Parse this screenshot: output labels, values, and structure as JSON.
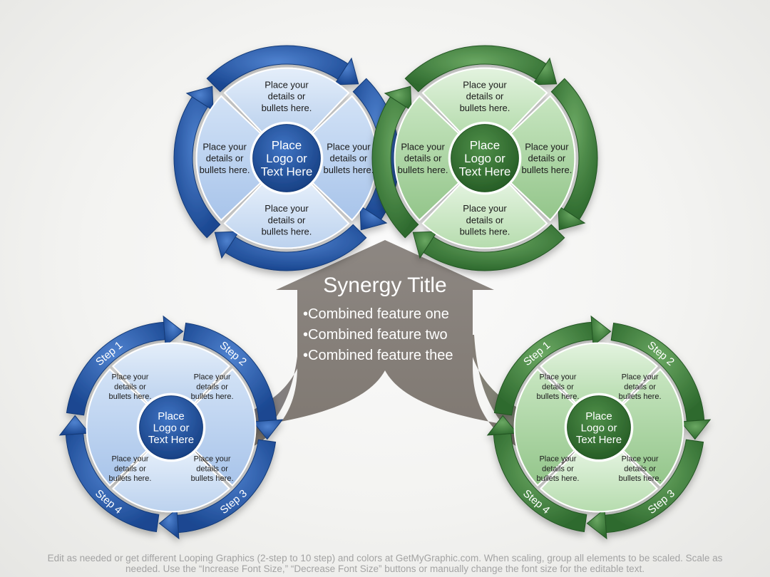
{
  "colors": {
    "blue_dark": "#1c4e99",
    "blue_light": "#c9dcf2",
    "green_dark": "#3b7a3a",
    "green_light": "#c8e6c2",
    "arrow_brown": "#8a837c"
  },
  "arrow": {
    "title": "Synergy Title",
    "bullets": [
      "•Combined feature one",
      "•Combined feature two",
      "•Combined feature thee"
    ]
  },
  "top_blue": {
    "center": [
      "Place",
      "Logo or",
      "Text Here"
    ],
    "quadrants": [
      [
        "Place your",
        "details or",
        "bullets here."
      ],
      [
        "Place your",
        "details or",
        "bullets here."
      ],
      [
        "Place your",
        "details or",
        "bullets here."
      ],
      [
        "Place your",
        "details or",
        "bullets here."
      ]
    ]
  },
  "top_green": {
    "center": [
      "Place",
      "Logo or",
      "Text Here"
    ],
    "quadrants": [
      [
        "Place your",
        "details or",
        "bullets here."
      ],
      [
        "Place your",
        "details or",
        "bullets here."
      ],
      [
        "Place your",
        "details or",
        "bullets here."
      ],
      [
        "Place your",
        "details or",
        "bullets here."
      ]
    ]
  },
  "bottom_blue": {
    "center": [
      "Place",
      "Logo or",
      "Text Here"
    ],
    "steps": [
      "Step 1",
      "Step 2",
      "Step 3",
      "Step 4"
    ],
    "quadrants": [
      [
        "Place your",
        "details or",
        "bullets here."
      ],
      [
        "Place your",
        "details or",
        "bullets here."
      ],
      [
        "Place your",
        "details or",
        "bullets here."
      ],
      [
        "Place your",
        "details or",
        "bullets here."
      ]
    ]
  },
  "bottom_green": {
    "center": [
      "Place",
      "Logo or",
      "Text Here"
    ],
    "steps": [
      "Step 1",
      "Step 2",
      "Step 3",
      "Step 4"
    ],
    "quadrants": [
      [
        "Place your",
        "details or",
        "bullets here."
      ],
      [
        "Place your",
        "details or",
        "bullets here."
      ],
      [
        "Place your",
        "details or",
        "bullets here."
      ],
      [
        "Place your",
        "details or",
        "bullets here."
      ]
    ]
  },
  "footer": {
    "line1": "Edit as needed or get different Looping Graphics (2-step to 10 step) and colors at GetMyGraphic.com. When scaling, group all elements to be scaled. Scale as",
    "line2": "needed. Use the “Increase Font Size,” “Decrease Font Size” buttons or manually change the font size for the editable text."
  }
}
